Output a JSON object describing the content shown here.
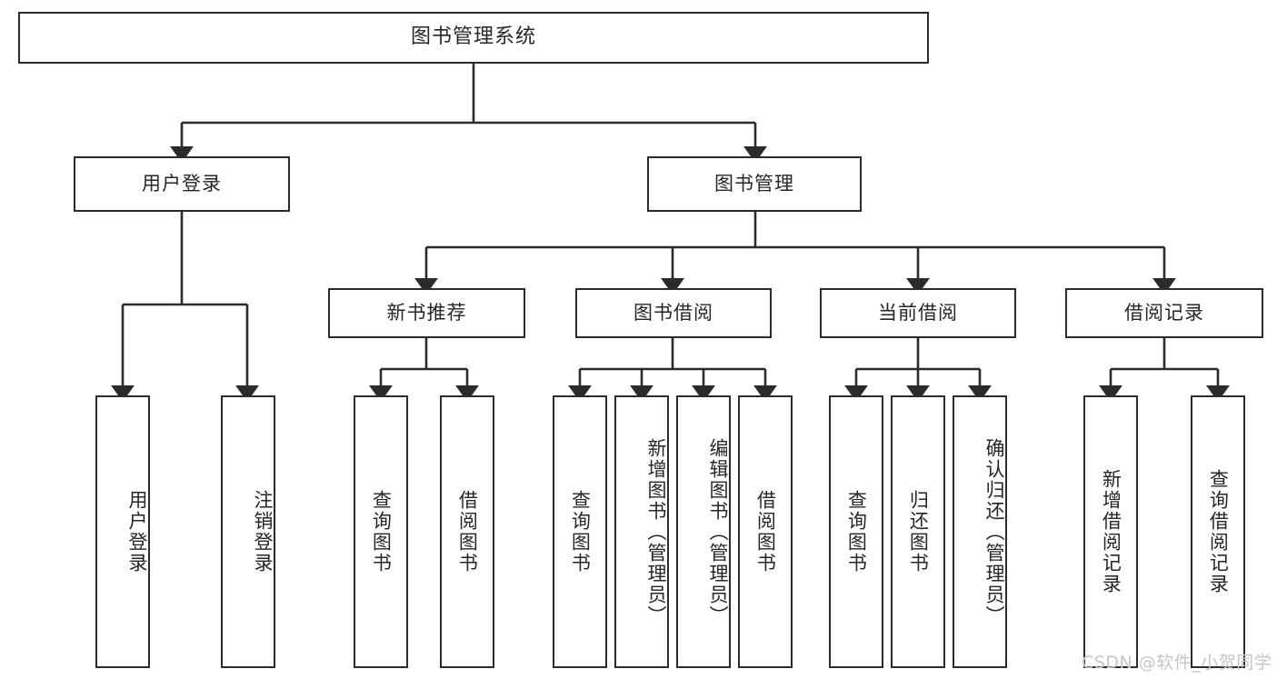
{
  "diagram": {
    "title": "图书管理系统",
    "type": "tree-diagram",
    "root": {
      "label": "图书管理系统"
    },
    "level1": [
      {
        "label": "用户登录"
      },
      {
        "label": "图书管理"
      }
    ],
    "level2": [
      {
        "label": "新书推荐"
      },
      {
        "label": "图书借阅"
      },
      {
        "label": "当前借阅"
      },
      {
        "label": "借阅记录"
      }
    ],
    "leaves": {
      "user_login": [
        {
          "label": "用户登录"
        },
        {
          "label": "注销登录"
        }
      ],
      "new_book_recommend": [
        {
          "label": "查询图书"
        },
        {
          "label": "借阅图书"
        }
      ],
      "book_borrow": [
        {
          "label": "查询图书"
        },
        {
          "label": "新增图书（管理员）"
        },
        {
          "label": "编辑图书（管理员）"
        },
        {
          "label": "借阅图书"
        }
      ],
      "current_borrow": [
        {
          "label": "查询图书"
        },
        {
          "label": "归还图书"
        },
        {
          "label": "确认归还（管理员）"
        }
      ],
      "borrow_record": [
        {
          "label": "新增借阅记录"
        },
        {
          "label": "查询借阅记录"
        }
      ]
    }
  },
  "watermark": {
    "text": "CSDN @软件_小贺同学"
  },
  "colors": {
    "stroke": "#2b2b2b",
    "background": "#ffffff",
    "text": "#262626",
    "watermark": "#c6c6c6"
  }
}
